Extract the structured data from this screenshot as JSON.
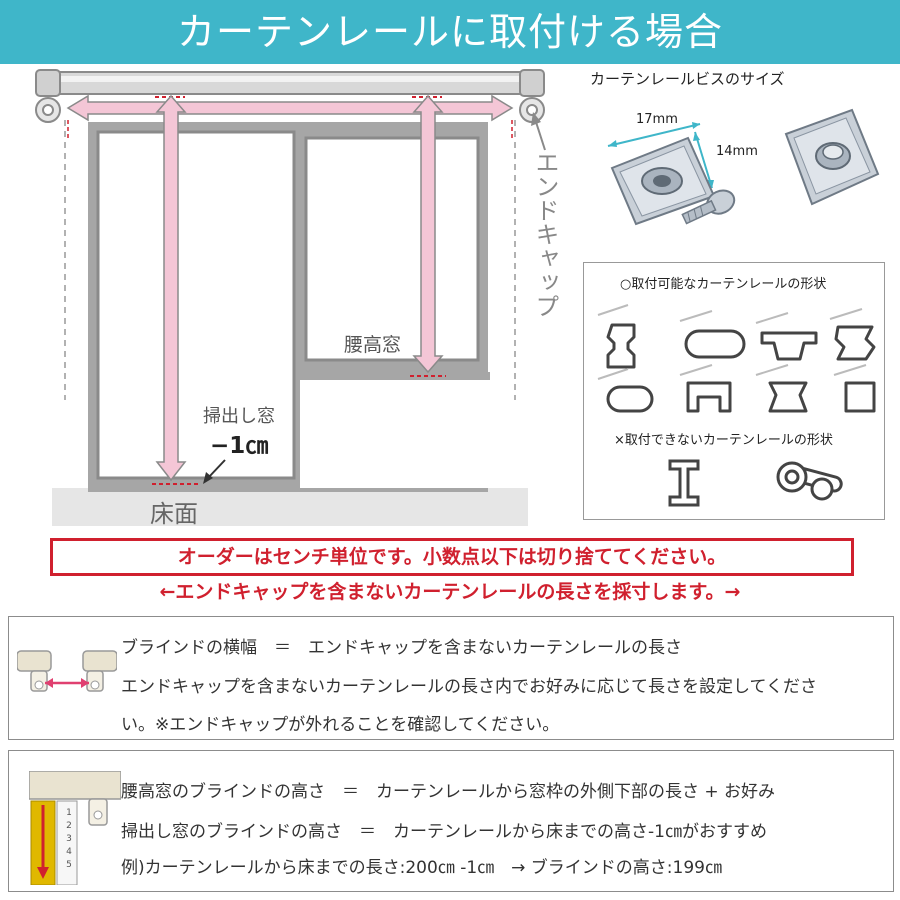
{
  "header": {
    "title": "カーテンレールに取付ける場合"
  },
  "diagram": {
    "end_cap_label": "エンドキャップ",
    "waist_window_label": "腰高窓",
    "sweep_window_label": "掃出し窓",
    "sweep_window_offset": "−1㎝",
    "floor_label": "床面"
  },
  "screw": {
    "title": "カーテンレールビスのサイズ",
    "width_label": "17mm",
    "height_label": "14mm"
  },
  "rail_shapes": {
    "ok_title": "○取付可能なカーテンレールの形状",
    "ng_title": "×取付できないカーテンレールの形状"
  },
  "notices": {
    "unit_notice": "オーダーはセンチ単位です。小数点以下は切り捨ててください。",
    "measure_notice": "←エンドキャップを含まないカーテンレールの長さを採寸します。→"
  },
  "width_box": {
    "line1": "ブラインドの横幅　＝　エンドキャップを含まないカーテンレールの長さ",
    "line2": "エンドキャップを含まないカーテンレールの長さ内でお好みに応じて長さを設定してくださ",
    "line3": "い。※エンドキャップが外れることを確認してください。"
  },
  "height_box": {
    "line1": "腰高窓のブラインドの高さ　＝　カーテンレールから窓枠の外側下部の長さ + お好み",
    "line2": "掃出し窓のブラインドの高さ　＝　カーテンレールから床までの高さ-1㎝がおすすめ",
    "line3": "例)カーテンレールから床までの長さ:200㎝ -1㎝　→ ブラインドの高さ:199㎝",
    "ruler_marks": [
      "1",
      "2",
      "3",
      "4",
      "5"
    ]
  },
  "colors": {
    "header_bg": "#3fb6c9",
    "notice_red": "#d0202e",
    "arrow_pink": "#f4c6d6",
    "arrow_outline": "#8a8a8a"
  }
}
